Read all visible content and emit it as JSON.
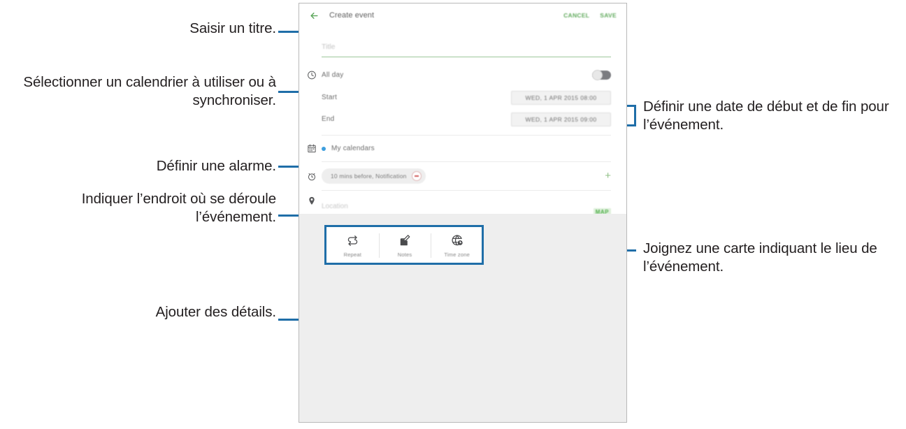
{
  "app": {
    "title": "Create event",
    "back_icon": "back-arrow-icon",
    "actions": [
      {
        "label": "CANCEL",
        "name": "cancel"
      },
      {
        "label": "SAVE",
        "name": "save"
      }
    ]
  },
  "form": {
    "title_field": {
      "placeholder": "Title",
      "value": ""
    },
    "all_day": {
      "label": "All day",
      "icon": "clock-icon",
      "toggle_state": "off"
    },
    "start": {
      "label": "Start",
      "value": "WED, 1 APR 2015   08:00"
    },
    "end": {
      "label": "End",
      "value": "WED, 1 APR 2015   09:00"
    },
    "calendar": {
      "icon": "calendar-icon",
      "label": "My calendars",
      "dot_color": "#3e9ede"
    },
    "alert": {
      "icon": "alarm-icon",
      "chip_label": "10 mins before, Notification",
      "remove_label": "remove-alert",
      "add_label": "+"
    },
    "location": {
      "icon": "location-pin-icon",
      "placeholder": "Location",
      "value": "",
      "map_label": "MAP"
    }
  },
  "toolbar": {
    "items": [
      {
        "label": "Repeat",
        "icon": "repeat-icon"
      },
      {
        "label": "Notes",
        "icon": "edit-note-icon"
      },
      {
        "label": "Time zone",
        "icon": "globe-clock-icon"
      }
    ]
  },
  "annotations": {
    "title": "Saisir un titre.",
    "calendar": "Sélectionner un calendrier à utiliser ou à synchroniser.",
    "alarm": "Définir une alarme.",
    "location": "Indiquer l’endroit où se déroule l’événement.",
    "details": "Ajouter des détails.",
    "dates": "Définir une date de début et de fin pour l’événement.",
    "map": "Joignez une carte indiquant le lieu de l’événement."
  },
  "colors": {
    "accent_green": "#5aa559",
    "leader_blue": "#1f6ea8",
    "calendar_dot": "#3e9ede",
    "text_dark": "#231f20"
  }
}
